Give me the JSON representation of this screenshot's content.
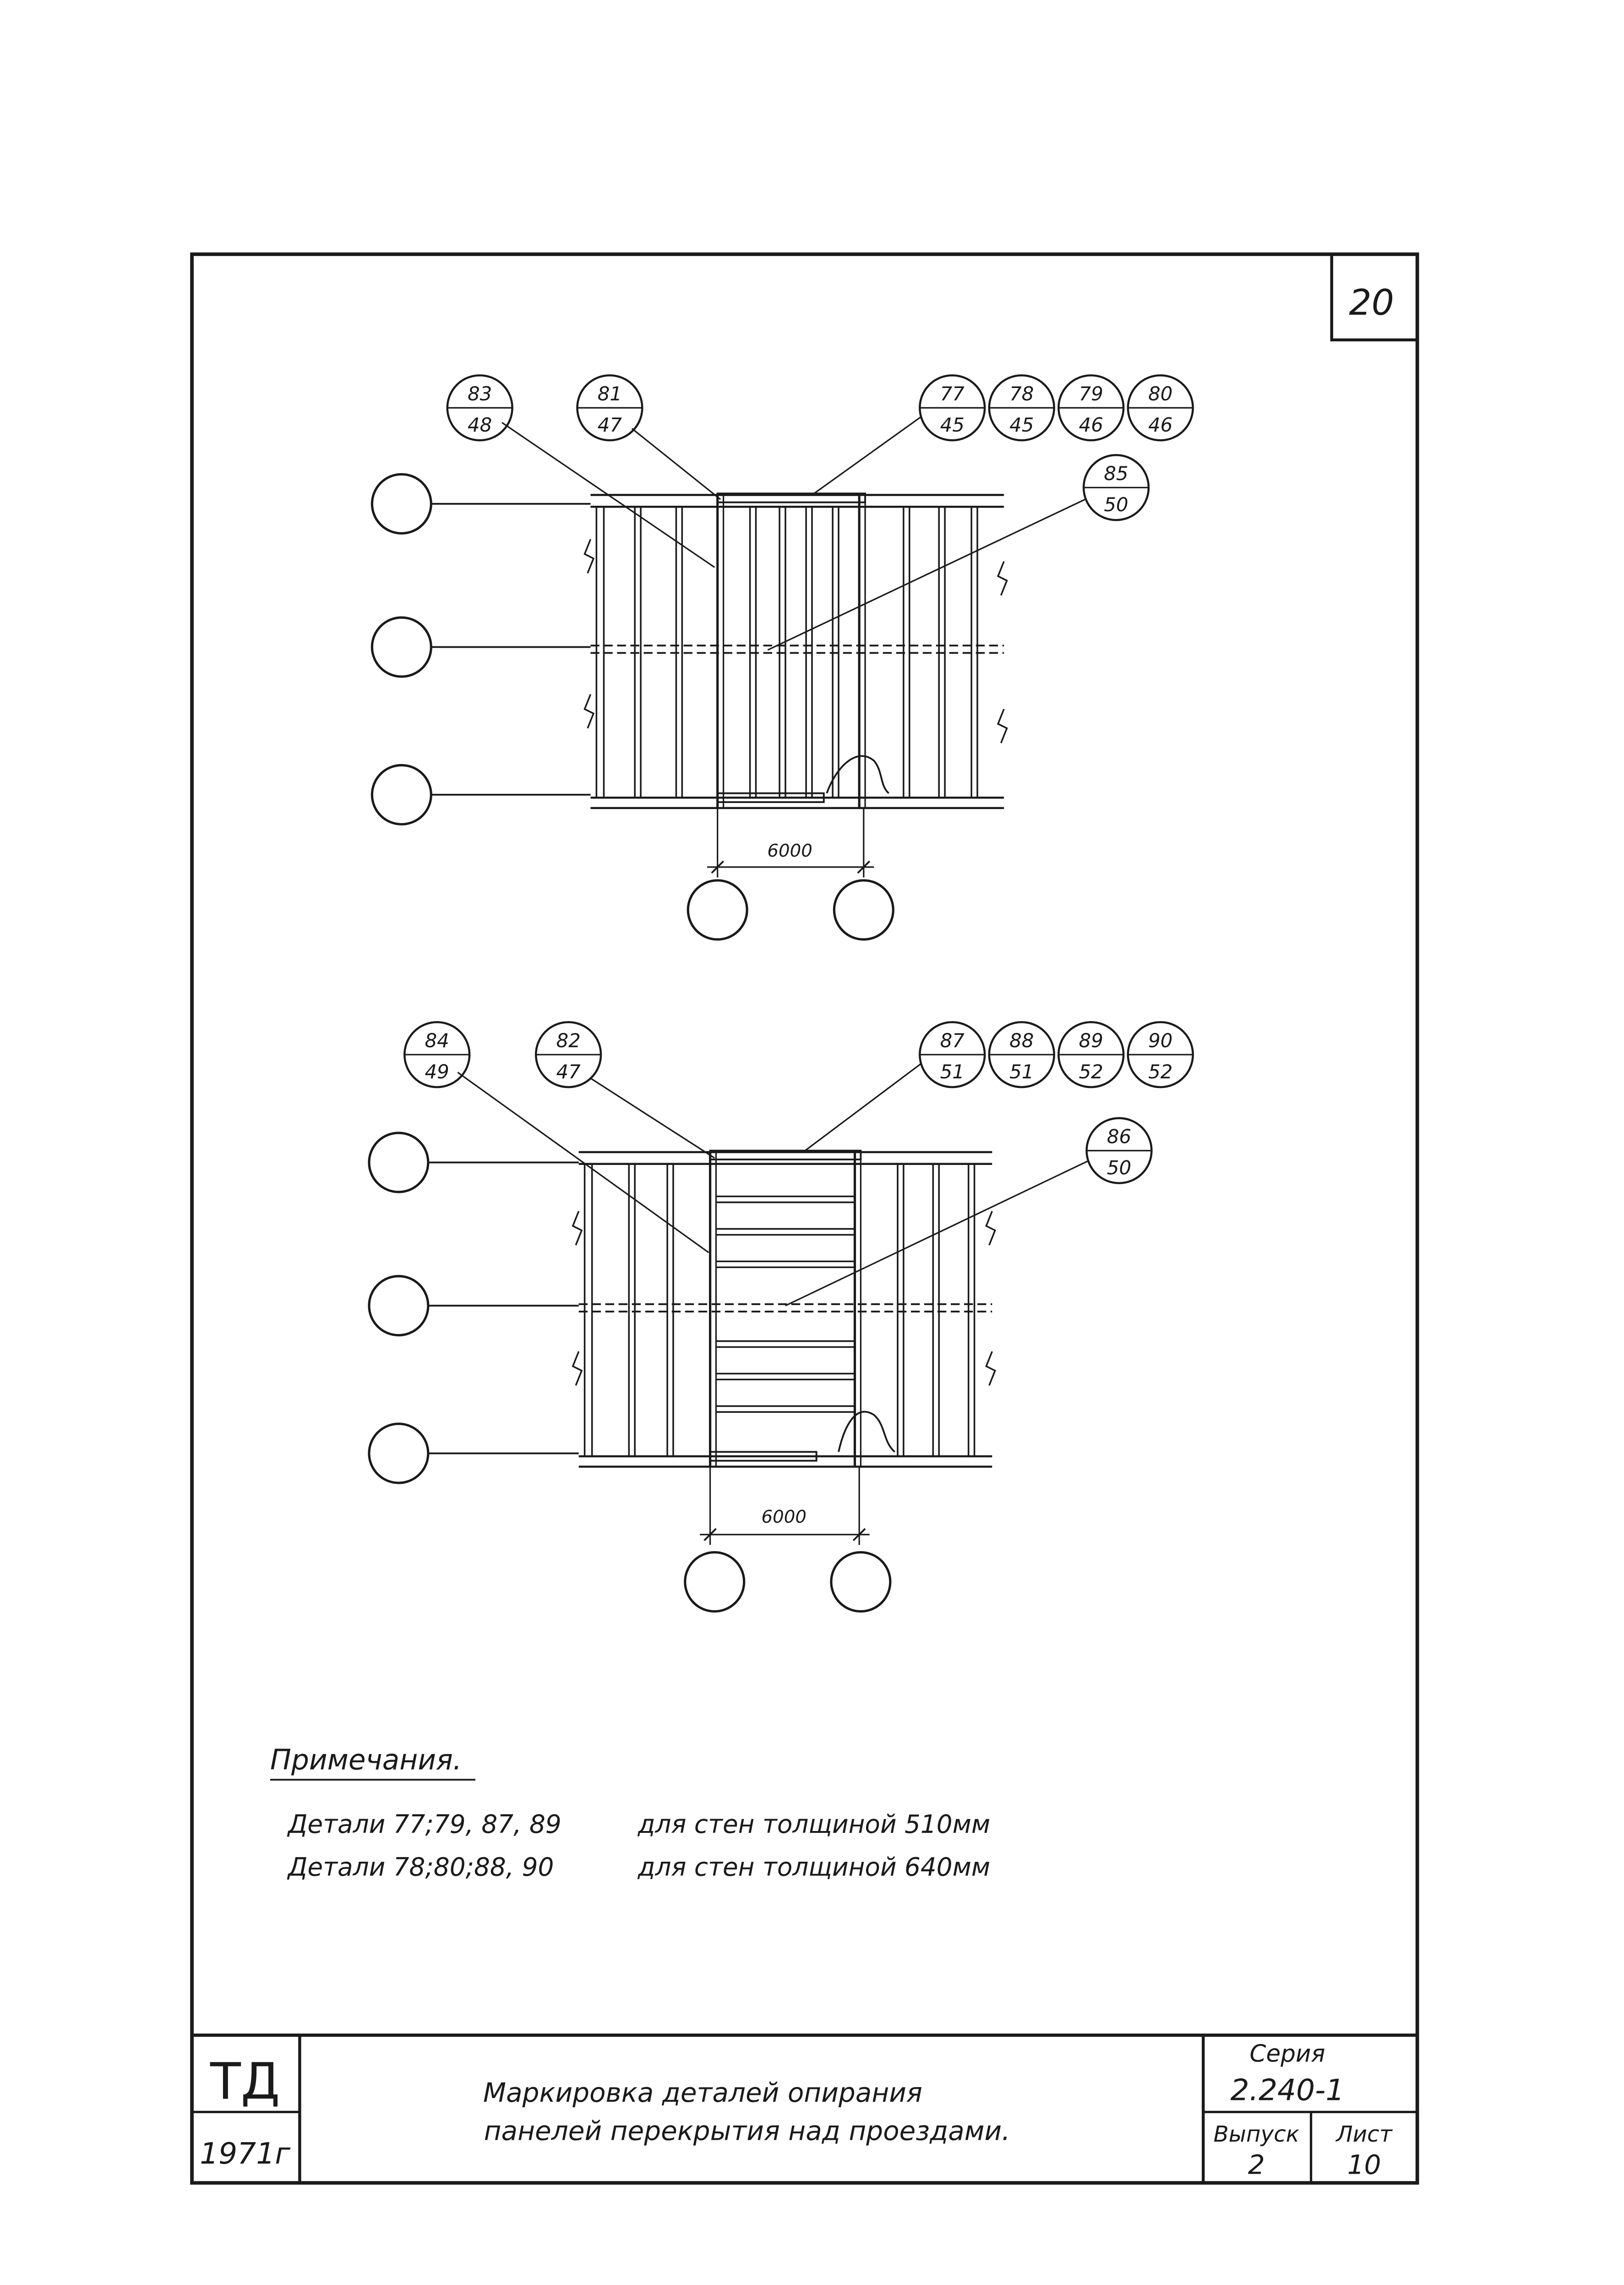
{
  "sheet_number": "20",
  "plan_top": {
    "callouts_left": [
      {
        "top": "83",
        "bottom": "48"
      },
      {
        "top": "81",
        "bottom": "47"
      }
    ],
    "callouts_right": [
      {
        "top": "77",
        "bottom": "45"
      },
      {
        "top": "78",
        "bottom": "45"
      },
      {
        "top": "79",
        "bottom": "46"
      },
      {
        "top": "80",
        "bottom": "46"
      }
    ],
    "callout_mid": {
      "top": "85",
      "bottom": "50"
    },
    "dimension": "6000"
  },
  "plan_bottom": {
    "callouts_left": [
      {
        "top": "84",
        "bottom": "49"
      },
      {
        "top": "82",
        "bottom": "47"
      }
    ],
    "callouts_right": [
      {
        "top": "87",
        "bottom": "51"
      },
      {
        "top": "88",
        "bottom": "51"
      },
      {
        "top": "89",
        "bottom": "52"
      },
      {
        "top": "90",
        "bottom": "52"
      }
    ],
    "callout_mid": {
      "top": "86",
      "bottom": "50"
    },
    "dimension": "6000"
  },
  "notes": {
    "heading": "Примечания.",
    "lines": [
      {
        "parts": "Детали 77;79, 87, 89",
        "purpose": "для стен толщиной 510мм"
      },
      {
        "parts": "Детали 78;80;88, 90",
        "purpose": "для стен толщиной 640мм"
      }
    ]
  },
  "title_block": {
    "org": "ТД",
    "year": "1971г",
    "title_line1": "Маркировка деталей опирания",
    "title_line2": "панелей перекрытия над проездами.",
    "series_label": "Серия",
    "series_value": "2.240-1",
    "issue_label": "Выпуск",
    "issue_value": "2",
    "sheet_label": "Лист",
    "sheet_value": "10"
  }
}
